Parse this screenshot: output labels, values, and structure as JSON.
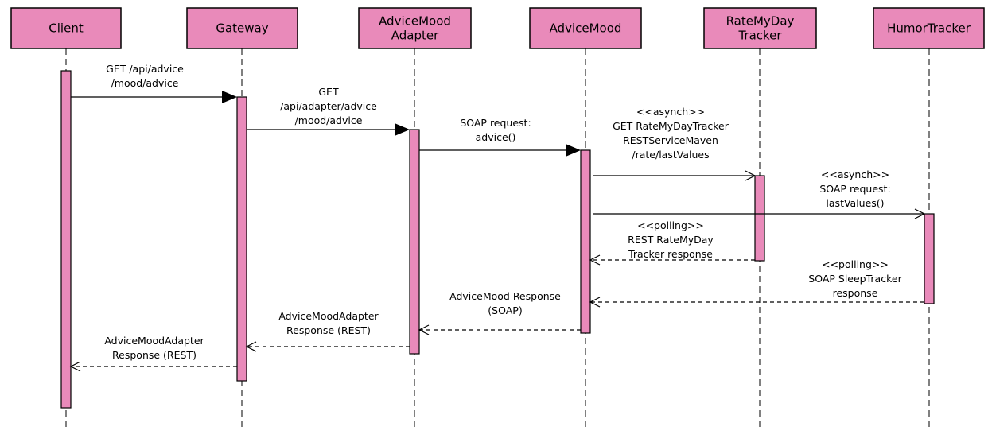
{
  "colors": {
    "participant_fill": "#e98aba",
    "line": "#000000"
  },
  "participants": [
    {
      "id": "client",
      "lines": [
        "Client"
      ]
    },
    {
      "id": "gateway",
      "lines": [
        "Gateway"
      ]
    },
    {
      "id": "adapter",
      "lines": [
        "AdviceMood",
        "Adapter"
      ]
    },
    {
      "id": "advicemood",
      "lines": [
        "AdviceMood"
      ]
    },
    {
      "id": "ratemyday",
      "lines": [
        "RateMyDay",
        "Tracker"
      ]
    },
    {
      "id": "humor",
      "lines": [
        "HumorTracker"
      ]
    }
  ],
  "messages": [
    {
      "id": "get-api-advice",
      "from": "client",
      "to": "gateway",
      "kind": "sync",
      "lines": [
        "GET /api/advice",
        "/mood/advice"
      ]
    },
    {
      "id": "get-adapter-advice",
      "from": "gateway",
      "to": "adapter",
      "kind": "sync",
      "lines": [
        "GET",
        "/api/adapter/advice",
        "/mood/advice"
      ]
    },
    {
      "id": "soap-advice",
      "from": "adapter",
      "to": "advicemood",
      "kind": "sync",
      "lines": [
        "SOAP request:",
        "advice()"
      ]
    },
    {
      "id": "async-rate-get",
      "from": "advicemood",
      "to": "ratemyday",
      "kind": "async",
      "lines": [
        "<<asynch>>",
        "GET RateMyDayTracker",
        "RESTServiceMaven",
        "/rate/lastValues"
      ]
    },
    {
      "id": "async-soap-lastvalues",
      "from": "advicemood",
      "to": "humor",
      "kind": "async",
      "lines": [
        "<<asynch>>",
        "SOAP request:",
        "lastValues()"
      ]
    },
    {
      "id": "polling-rest-response",
      "from": "ratemyday",
      "to": "advicemood",
      "kind": "return",
      "lines": [
        "<<polling>>",
        "REST RateMyDay",
        "Tracker response"
      ]
    },
    {
      "id": "polling-soap-response",
      "from": "humor",
      "to": "advicemood",
      "kind": "return",
      "lines": [
        "<<polling>>",
        "SOAP SleepTracker",
        "response"
      ]
    },
    {
      "id": "advicemood-response",
      "from": "advicemood",
      "to": "adapter",
      "kind": "return",
      "lines": [
        "AdviceMood Response",
        "(SOAP)"
      ]
    },
    {
      "id": "adapter-response-1",
      "from": "adapter",
      "to": "gateway",
      "kind": "return",
      "lines": [
        "AdviceMoodAdapter",
        "Response (REST)"
      ]
    },
    {
      "id": "adapter-response-2",
      "from": "gateway",
      "to": "client",
      "kind": "return",
      "lines": [
        "AdviceMoodAdapter",
        "Response (REST)"
      ]
    }
  ]
}
